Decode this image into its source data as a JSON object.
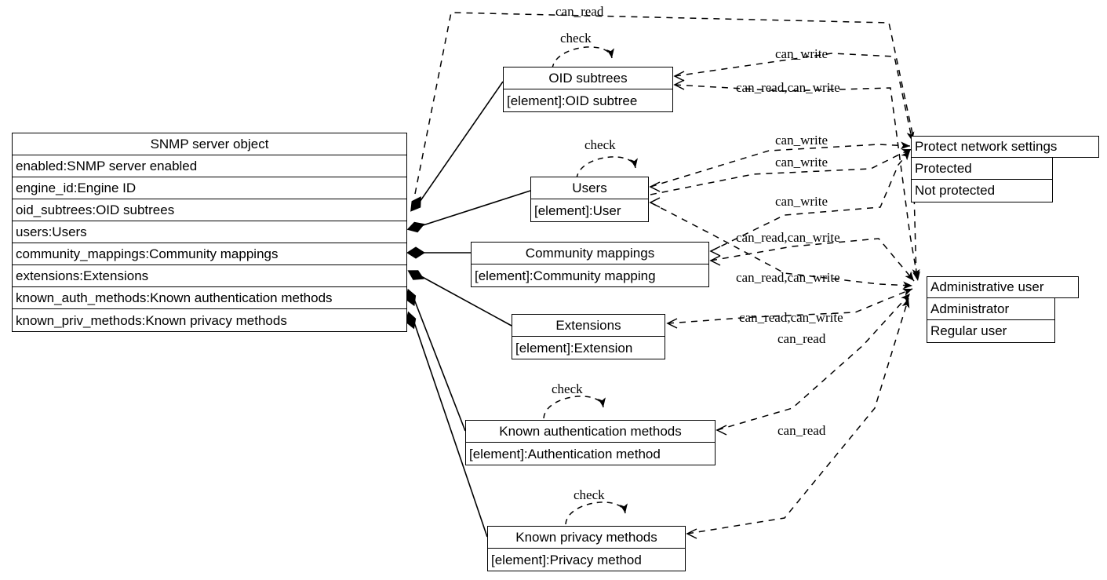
{
  "diagram": {
    "title": "SNMP server object UML composition diagram",
    "type": "uml-class-diagram",
    "background": "#ffffff",
    "line_color": "#000000"
  },
  "main_class": {
    "name": "SNMP server object",
    "attributes": [
      "enabled:SNMP server enabled",
      "engine_id:Engine ID",
      "oid_subtrees:OID subtrees",
      "users:Users",
      "community_mappings:Community mappings",
      "extensions:Extensions",
      "known_auth_methods:Known authentication methods",
      "known_priv_methods:Known privacy methods"
    ]
  },
  "collections": [
    {
      "id": "oid_subtrees",
      "name": "OID subtrees",
      "element": "[element]:OID subtree",
      "check_label": "check"
    },
    {
      "id": "users",
      "name": "Users",
      "element": "[element]:User",
      "check_label": "check"
    },
    {
      "id": "community",
      "name": "Community mappings",
      "element": "[element]:Community mapping",
      "check_label": ""
    },
    {
      "id": "extensions",
      "name": "Extensions",
      "element": "[element]:Extension",
      "check_label": ""
    },
    {
      "id": "known_auth",
      "name": "Known authentication methods",
      "element": "[element]:Authentication method",
      "check_label": "check"
    },
    {
      "id": "known_priv",
      "name": "Known privacy methods",
      "element": "[element]:Privacy method",
      "check_label": "check"
    }
  ],
  "enums": [
    {
      "id": "protect_network_settings",
      "name": "Protect network settings",
      "values": [
        "Protected",
        "Not protected"
      ]
    },
    {
      "id": "administrative_user",
      "name": "Administrative user",
      "values": [
        "Administrator",
        "Regular user"
      ]
    }
  ],
  "permission_labels": [
    {
      "id": "l1",
      "text": "can_read"
    },
    {
      "id": "l2",
      "text": "can_write"
    },
    {
      "id": "l3",
      "text": "can_read,can_write"
    },
    {
      "id": "l4",
      "text": "can_write"
    },
    {
      "id": "l5",
      "text": "can_write"
    },
    {
      "id": "l6",
      "text": "can_write"
    },
    {
      "id": "l7",
      "text": "can_read,can_write"
    },
    {
      "id": "l8",
      "text": "can_read,can_write"
    },
    {
      "id": "l9",
      "text": "can_read,can_write"
    },
    {
      "id": "l10",
      "text": "can_read"
    },
    {
      "id": "l11",
      "text": "can_read"
    }
  ]
}
